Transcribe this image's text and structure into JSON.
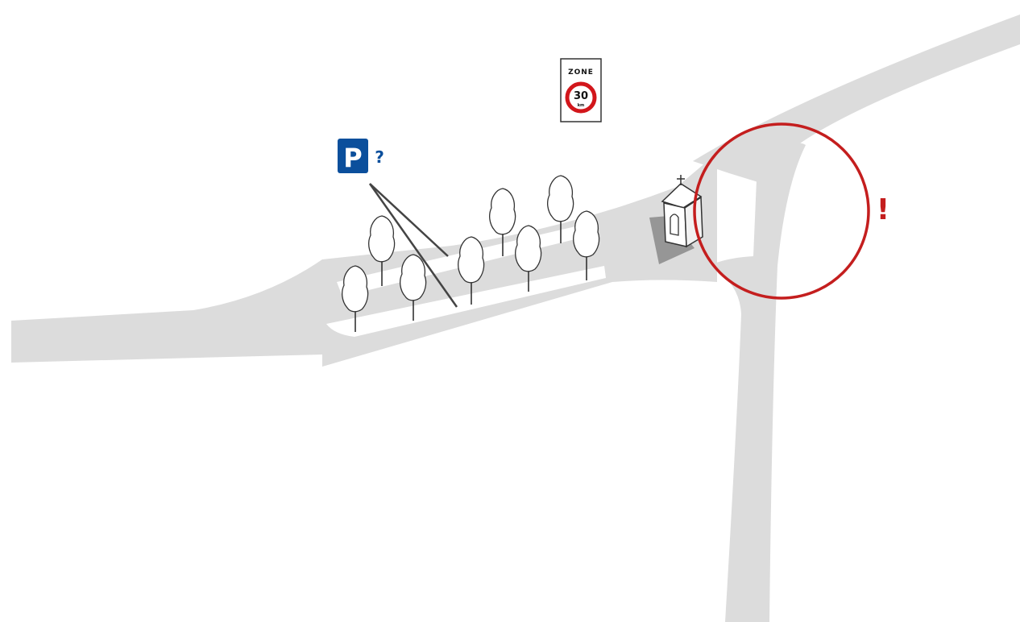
{
  "signs": {
    "zone": {
      "top_label": "ZONE",
      "speed": "30",
      "unit": "km"
    },
    "parking": {
      "letter": "P",
      "question": "?",
      "color": "#0b4f9c"
    }
  },
  "hazard": {
    "mark": "!",
    "color": "#c41e1e"
  },
  "colors": {
    "road": "#dcdcdc",
    "speed_ring": "#d2161b",
    "chapel_base": "#8a8a8a"
  }
}
